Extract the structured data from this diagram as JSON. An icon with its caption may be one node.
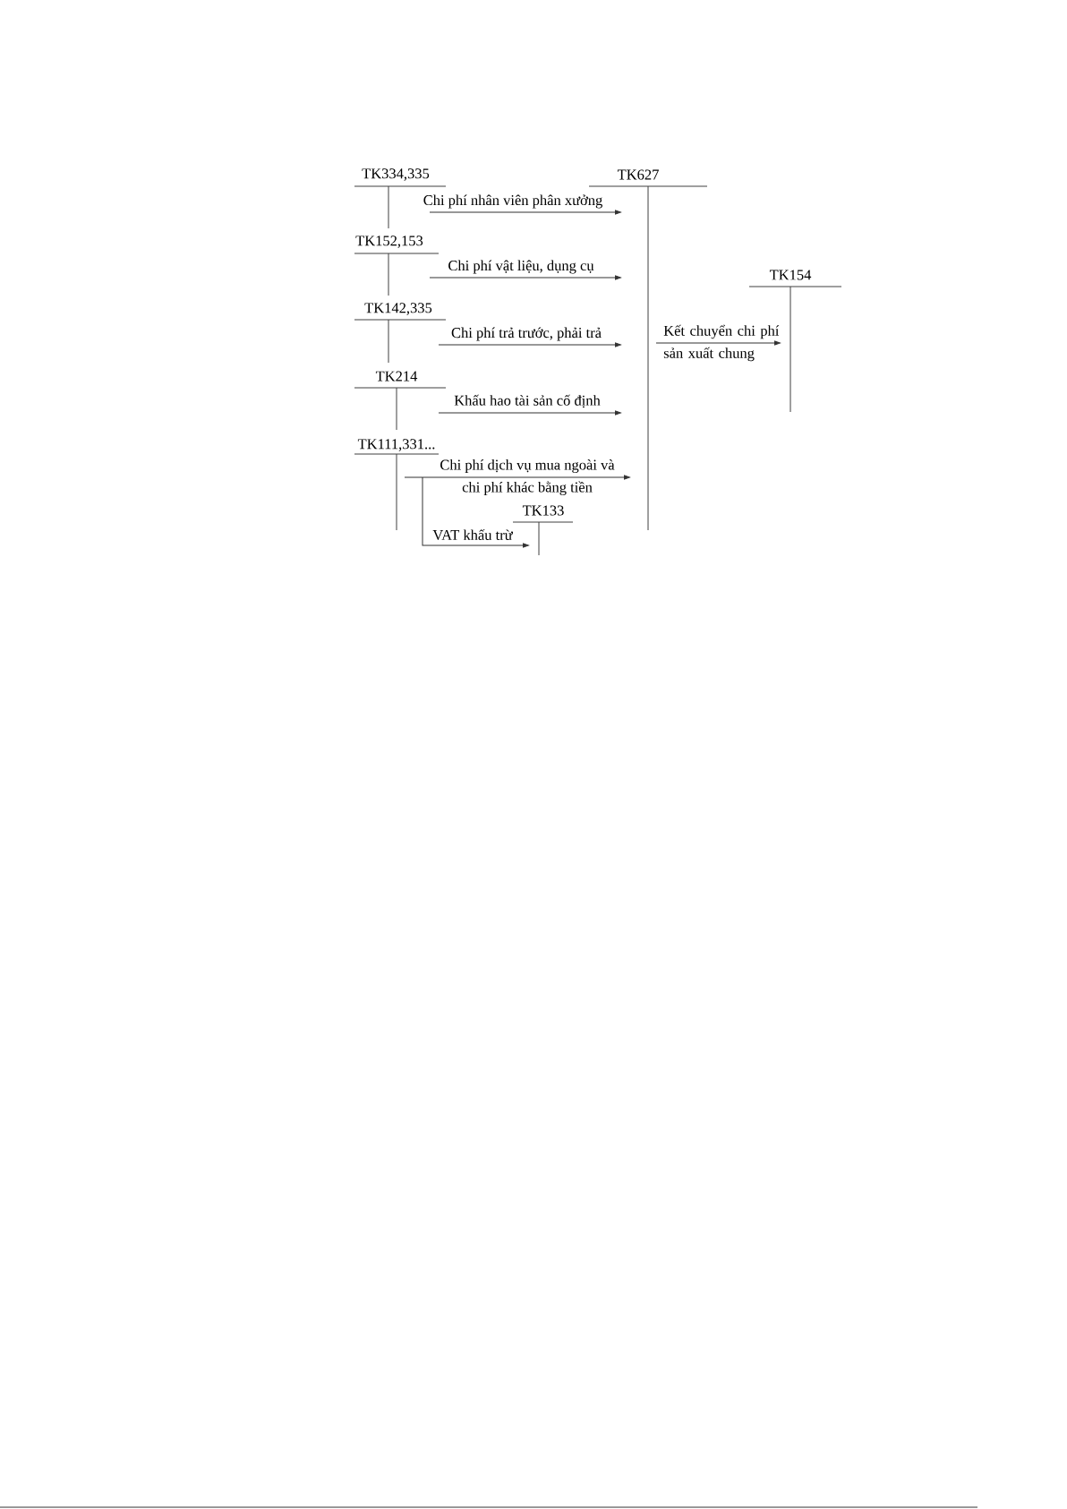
{
  "diagram": {
    "nodes": [
      {
        "text": [
          "TK334,335"
        ]
      },
      {
        "text": [
          "TK627"
        ]
      },
      {
        "text": [
          "TK152,153"
        ]
      },
      {
        "text": [
          "TK154"
        ]
      },
      {
        "text": [
          "TK142,335"
        ]
      },
      {
        "text": [
          "TK214"
        ]
      },
      {
        "text": [
          "TK111,331..."
        ]
      },
      {
        "text": [
          "TK133"
        ]
      }
    ],
    "edges": [
      {
        "from": 0,
        "to": 1,
        "arrow": "to",
        "label": "Chi phí nhân viên phân xưởng"
      },
      {
        "from": 2,
        "to": 1,
        "arrow": "to",
        "label": "Chi phí vật liệu, dụng cụ"
      },
      {
        "from": 4,
        "to": 1,
        "arrow": "to",
        "label": "Chi phí trả trước, phải trả"
      },
      {
        "from": 1,
        "to": 3,
        "arrow": "to",
        "label": "Kết chuyển chi phí sản xuất chung"
      },
      {
        "from": 5,
        "to": 1,
        "arrow": "to",
        "label": "Khấu hao tài sản cố định"
      },
      {
        "from": 6,
        "to": 1,
        "arrow": "to",
        "label": "Chi phí dịch vụ mua ngoài và chi phí khác bằng tiền"
      },
      {
        "from": 6,
        "to": 7,
        "arrow": "to",
        "label": "VAT khấu trừ"
      }
    ]
  }
}
